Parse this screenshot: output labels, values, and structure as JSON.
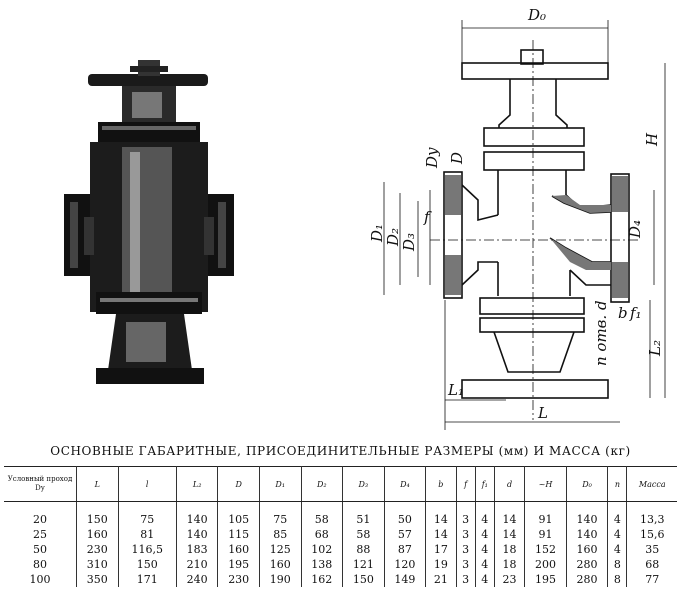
{
  "drawing": {
    "labels": {
      "d0": "D₀",
      "h": "H",
      "dy": "Dу",
      "d": "D",
      "d1": "D₁",
      "d2": "D₂",
      "d3": "D₃",
      "f": "f",
      "d4": "D₄",
      "f1": "f₁",
      "b": "b",
      "n_otv_d": "n отв. d",
      "l2": "L₂",
      "l1": "L₁",
      "l": "L"
    }
  },
  "caption": "ОСНОВНЫЕ ГАБАРИТНЫЕ, ПРИСОЕДИНИТЕЛЬНЫЕ РАЗМЕРЫ (мм) И МАССА (кг)",
  "table": {
    "header_first": "Условный проход Dу",
    "headers": [
      "L",
      "l",
      "L₂",
      "D",
      "D₁",
      "D₂",
      "D₃",
      "D₄",
      "b",
      "f",
      "f₁",
      "d",
      "~H",
      "D₀",
      "n",
      "Масса"
    ],
    "rows": [
      [
        "20",
        "150",
        "75",
        "140",
        "105",
        "75",
        "58",
        "51",
        "50",
        "14",
        "3",
        "4",
        "14",
        "91",
        "140",
        "4",
        "13,3"
      ],
      [
        "25",
        "160",
        "81",
        "140",
        "115",
        "85",
        "68",
        "58",
        "57",
        "14",
        "3",
        "4",
        "14",
        "91",
        "140",
        "4",
        "15,6"
      ],
      [
        "50",
        "230",
        "116,5",
        "183",
        "160",
        "125",
        "102",
        "88",
        "87",
        "17",
        "3",
        "4",
        "18",
        "152",
        "160",
        "4",
        "35"
      ],
      [
        "80",
        "310",
        "150",
        "210",
        "195",
        "160",
        "138",
        "121",
        "120",
        "19",
        "3",
        "4",
        "18",
        "200",
        "280",
        "8",
        "68"
      ],
      [
        "100",
        "350",
        "171",
        "240",
        "230",
        "190",
        "162",
        "150",
        "149",
        "21",
        "3",
        "4",
        "23",
        "195",
        "280",
        "8",
        "77"
      ]
    ]
  }
}
